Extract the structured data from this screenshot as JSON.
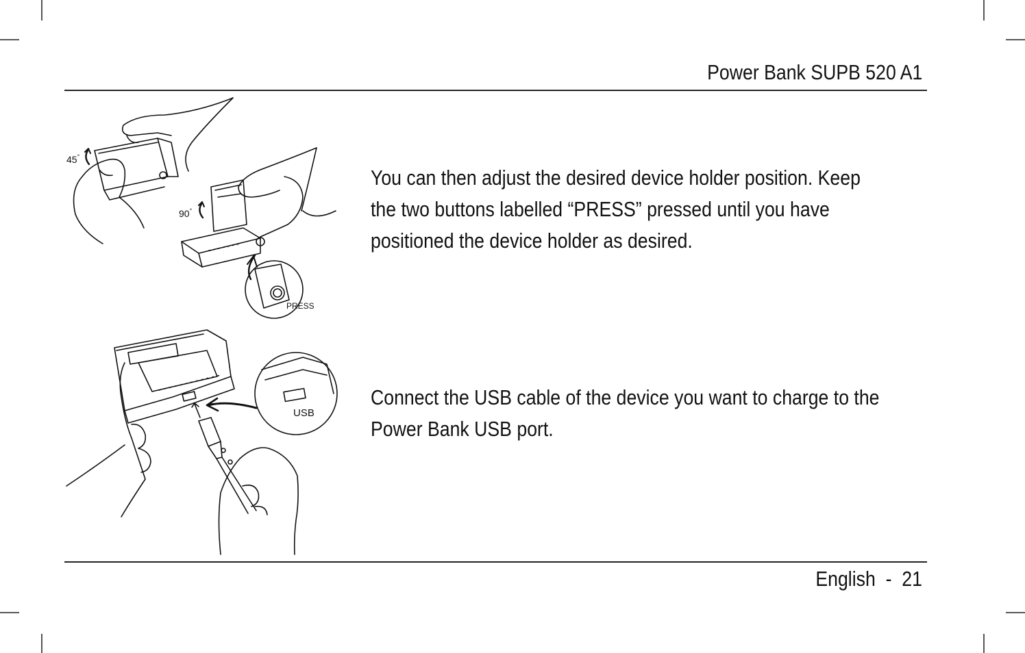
{
  "header": {
    "title": "Power Bank SUPB 520 A1"
  },
  "illustration_top": {
    "label_45": "45",
    "label_90": "90",
    "label_press": "PRESS",
    "degree_symbol": "°"
  },
  "illustration_bottom": {
    "label_usb": "USB"
  },
  "paragraphs": {
    "p1": [
      "You can then adjust the desired device holder position. Keep",
      "the two buttons labelled “PRESS” pressed until you have",
      "positioned the device holder as desired."
    ],
    "p2": [
      "Connect the USB cable of the device you want to charge to the",
      "Power Bank USB port."
    ]
  },
  "footer": {
    "language": "English",
    "separator": "-",
    "page_number": "21"
  }
}
